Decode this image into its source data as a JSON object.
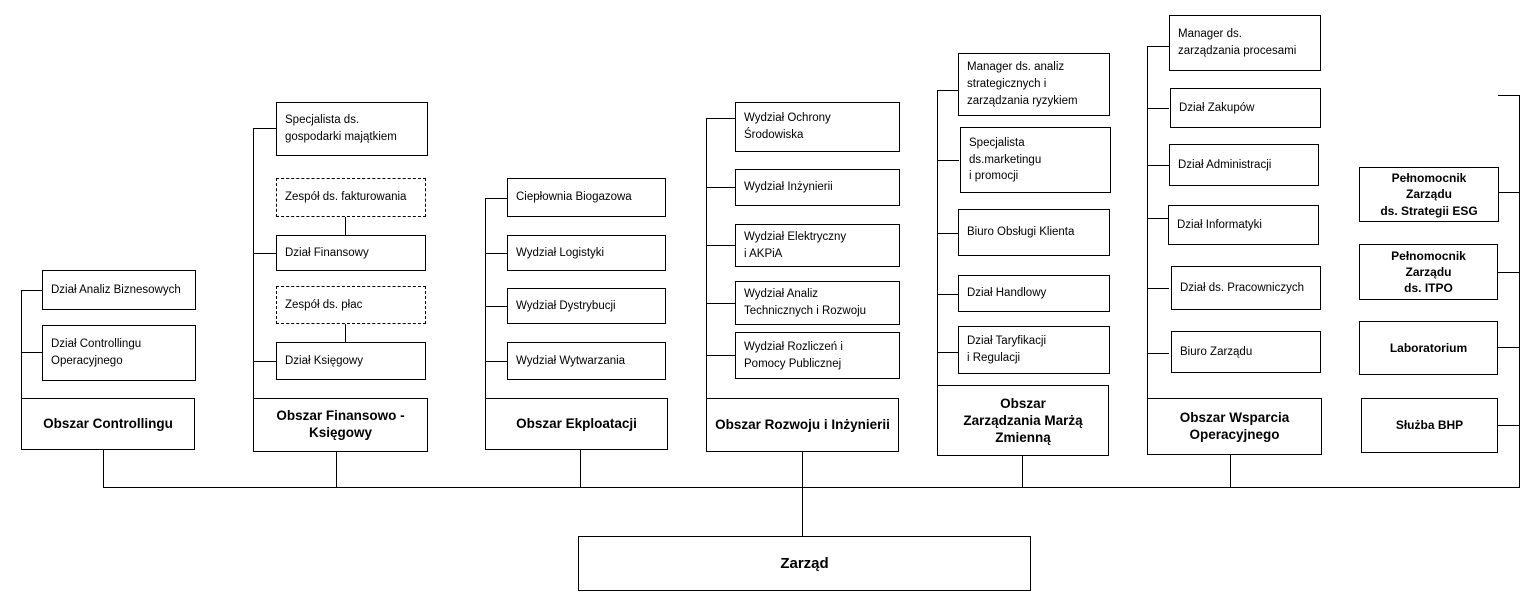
{
  "root": {
    "label": "Zarząd"
  },
  "areas": [
    {
      "id": "controlling",
      "label": "Obszar Controllingu",
      "units": [
        {
          "label": "Dział Analiz Biznesowych"
        },
        {
          "label": "Dział Controllingu\nOperacyjnego"
        }
      ]
    },
    {
      "id": "finanse",
      "label": "Obszar Finansowo -\nKsięgowy",
      "units": [
        {
          "label": "Specjalista ds.\ngospodarki majątkiem"
        },
        {
          "label": "Dział Finansowy"
        },
        {
          "label": "Dział Księgowy"
        }
      ],
      "teams": [
        {
          "label": "Zespół ds. fakturowania",
          "style": "dashed"
        },
        {
          "label": "Zespół ds. płac",
          "style": "dashed"
        }
      ]
    },
    {
      "id": "eksploatacja",
      "label": "Obszar Ekploatacji",
      "units": [
        {
          "label": "Ciepłownia Biogazowa"
        },
        {
          "label": "Wydział Logistyki"
        },
        {
          "label": "Wydział Dystrybucji"
        },
        {
          "label": "Wydział Wytwarzania"
        }
      ]
    },
    {
      "id": "rozwoj",
      "label": "Obszar Rozwoju i Inżynierii",
      "units": [
        {
          "label": "Wydział Ochrony\nŚrodowiska"
        },
        {
          "label": "Wydział Inżynierii"
        },
        {
          "label": "Wydział Elektryczny\ni AKPiA"
        },
        {
          "label": "Wydział Analiz\nTechnicznych i Rozwoju"
        },
        {
          "label": "Wydział Rozliczeń i\nPomocy Publicznej"
        }
      ]
    },
    {
      "id": "marza",
      "label": "Obszar\nZarządzania Marżą\n       Zmienną",
      "units": [
        {
          "label": "Manager ds. analiz\nstrategicznych i\nzarządzania ryzykiem"
        },
        {
          "label": "Specjalista\nds.marketingu\ni promocji"
        },
        {
          "label": "Biuro Obsługi Klienta"
        },
        {
          "label": "Dział Handlowy"
        },
        {
          "label": "Dział Taryfikacji\ni Regulacji"
        }
      ]
    },
    {
      "id": "wsparcie",
      "label": "Obszar Wsparcia\nOperacyjnego",
      "units": [
        {
          "label": "Manager ds.\nzarządzania procesami"
        },
        {
          "label": "Dział Zakupów"
        },
        {
          "label": "Dział Administracji"
        },
        {
          "label": "Dział Informatyki"
        },
        {
          "label": "Dział ds. Pracowniczych"
        },
        {
          "label": "Biuro Zarządu"
        }
      ]
    }
  ],
  "board_units": [
    {
      "label": "Pełnomocnik Zarządu\nds. Strategii ESG"
    },
    {
      "label": "Pełnomocnik Zarządu\nds. ITPO"
    },
    {
      "label": "Laboratorium"
    },
    {
      "label": "Służba BHP"
    }
  ]
}
